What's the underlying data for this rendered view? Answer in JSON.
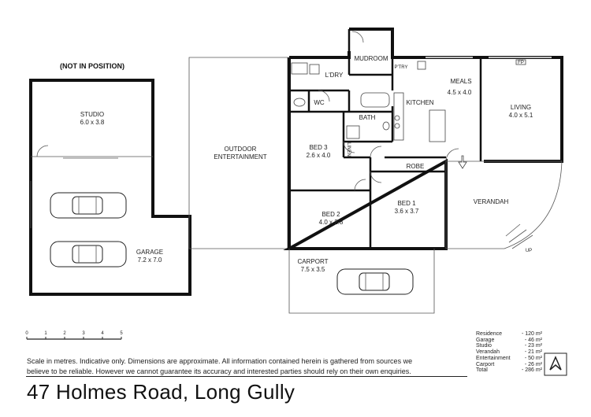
{
  "header": {
    "not_in_position": "(NOT IN POSITION)"
  },
  "rooms": {
    "studio": {
      "name": "STUDIO",
      "size": "6.0 x 3.8"
    },
    "garage": {
      "name": "GARAGE",
      "size": "7.2 x 7.0"
    },
    "outdoor": {
      "name": "OUTDOOR",
      "name2": "ENTERTAINMENT"
    },
    "mudroom": {
      "name": "MUDROOM"
    },
    "ldry": {
      "name": "L'DRY"
    },
    "ptry": {
      "name": "P'TRY"
    },
    "wc": {
      "name": "WC"
    },
    "bath": {
      "name": "BATH"
    },
    "kitchen": {
      "name": "KITCHEN"
    },
    "meals": {
      "name": "MEALS",
      "size": "4.5 x 4.0"
    },
    "living": {
      "name": "LIVING",
      "size": "4.0 x 5.1"
    },
    "bed3": {
      "name": "BED 3",
      "size": "2.6 x 4.0"
    },
    "linen": {
      "name": "LINEN"
    },
    "robe": {
      "name": "ROBE"
    },
    "bed2": {
      "name": "BED 2",
      "size": "4.0 x 2.8"
    },
    "bed1": {
      "name": "BED 1",
      "size": "3.6 x 3.7"
    },
    "verandah": {
      "name": "VERANDAH"
    },
    "carport": {
      "name": "CARPORT",
      "size": "7.5 x 3.5"
    },
    "up": {
      "name": "UP"
    },
    "fp": {
      "name": "FP"
    }
  },
  "scale_bar": {
    "ticks": [
      "0",
      "1",
      "2",
      "3",
      "4",
      "5"
    ]
  },
  "areas": [
    {
      "label": "Residence",
      "value": "- 120 m²"
    },
    {
      "label": "Garage",
      "value": "- 46 m²"
    },
    {
      "label": "Studio",
      "value": "- 23 m²"
    },
    {
      "label": "Verandah",
      "value": "- 21 m²"
    },
    {
      "label": "Entertainment",
      "value": "- 50 m²"
    },
    {
      "label": "Carport",
      "value": "- 26 m²"
    },
    {
      "label": "Total",
      "value": "- 286 m²"
    }
  ],
  "disclaimer": {
    "line1": "Scale in metres. Indicative only. Dimensions are approximate.  All information contained herein is gathered from sources we",
    "line2": "believe to be reliable. However we cannot guarantee its accuracy and interested parties should rely on their own enquiries."
  },
  "address": "47 Holmes Road, Long Gully"
}
